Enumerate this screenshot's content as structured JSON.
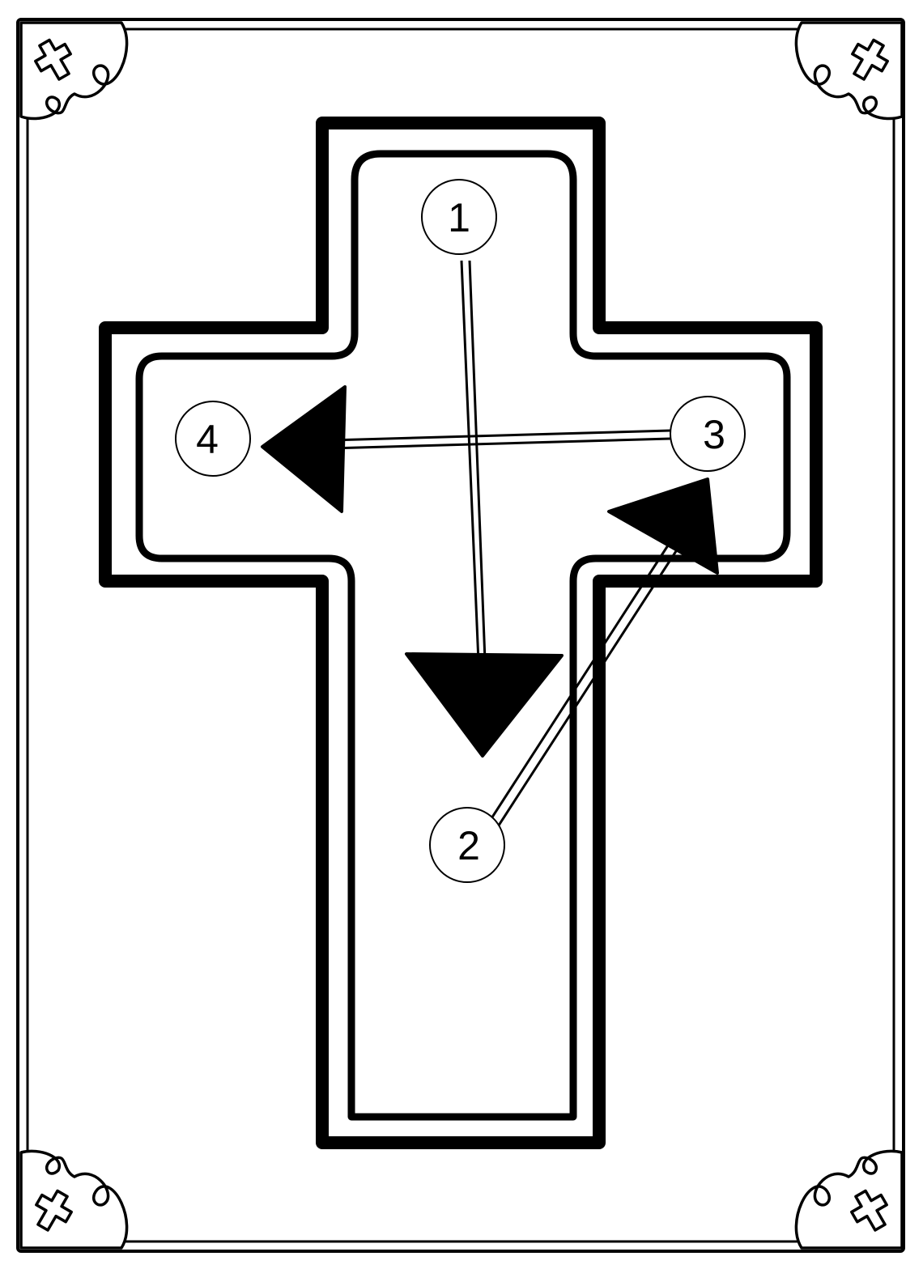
{
  "diagram": {
    "type": "sign-of-the-cross-stroke-order",
    "colors": {
      "ink": "#000000",
      "paper": "#ffffff"
    },
    "steps": [
      {
        "label": "1"
      },
      {
        "label": "2"
      },
      {
        "label": "3"
      },
      {
        "label": "4"
      }
    ],
    "corner_ornaments": [
      "cross-icon",
      "cross-icon",
      "cross-icon",
      "cross-icon"
    ]
  }
}
